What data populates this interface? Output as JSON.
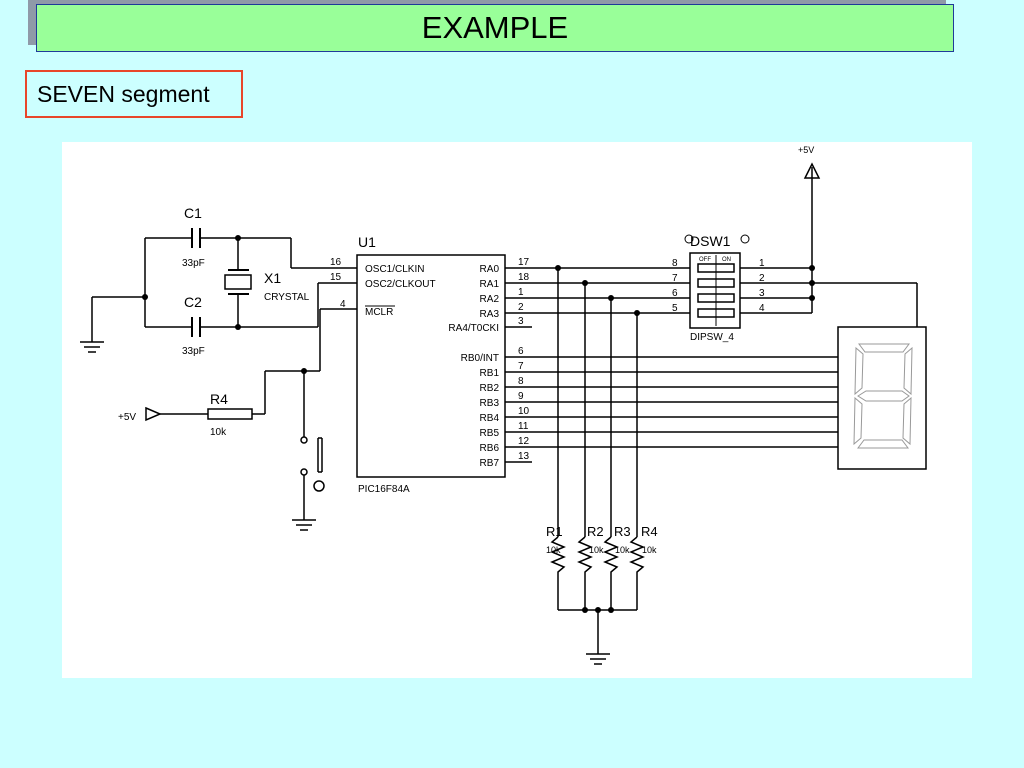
{
  "slide": {
    "title": "EXAMPLE",
    "subtitle": "SEVEN segment"
  },
  "schematic": {
    "ic": {
      "ref": "U1",
      "part": "PIC16F84A",
      "left_pins": [
        {
          "num": "16",
          "name": "OSC1/CLKIN"
        },
        {
          "num": "15",
          "name": "OSC2/CLKOUT"
        },
        {
          "num": "4",
          "name": "MCLR"
        }
      ],
      "right_pins": [
        {
          "num": "17",
          "name": "RA0"
        },
        {
          "num": "18",
          "name": "RA1"
        },
        {
          "num": "1",
          "name": "RA2"
        },
        {
          "num": "2",
          "name": "RA3"
        },
        {
          "num": "3",
          "name": "RA4/T0CKI"
        },
        {
          "num": "6",
          "name": "RB0/INT"
        },
        {
          "num": "7",
          "name": "RB1"
        },
        {
          "num": "8",
          "name": "RB2"
        },
        {
          "num": "9",
          "name": "RB3"
        },
        {
          "num": "10",
          "name": "RB4"
        },
        {
          "num": "11",
          "name": "RB5"
        },
        {
          "num": "12",
          "name": "RB6"
        },
        {
          "num": "13",
          "name": "RB7"
        }
      ]
    },
    "c1": {
      "ref": "C1",
      "value": "33pF"
    },
    "c2": {
      "ref": "C2",
      "value": "33pF"
    },
    "crystal": {
      "ref": "X1",
      "value": "CRYSTAL"
    },
    "r4": {
      "ref": "R4",
      "value": "10k",
      "supply": "+5V"
    },
    "resistors": [
      {
        "ref": "R1",
        "value": "10k"
      },
      {
        "ref": "R2",
        "value": "10k"
      },
      {
        "ref": "R3",
        "value": "10k"
      },
      {
        "ref": "R4",
        "value": "10k"
      }
    ],
    "dipswitch": {
      "ref": "DSW1",
      "part": "DIPSW_4",
      "off_label": "OFF",
      "on_label": "ON",
      "left_pins": [
        "8",
        "7",
        "6",
        "5"
      ],
      "right_pins": [
        "1",
        "2",
        "3",
        "4"
      ]
    },
    "supply_top": "+5V"
  }
}
